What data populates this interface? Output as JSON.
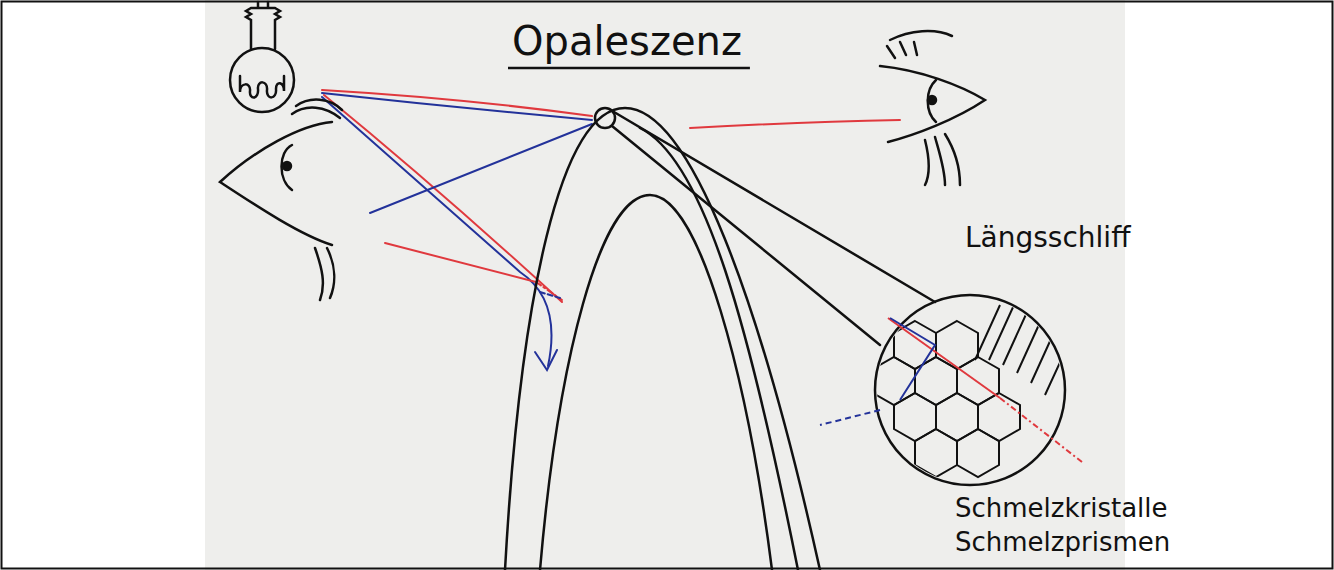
{
  "diagram": {
    "title": "Opaleszenz",
    "labels": [
      "Längsschliff",
      "Schmelzkristalle",
      "Schmelzprismen"
    ]
  }
}
